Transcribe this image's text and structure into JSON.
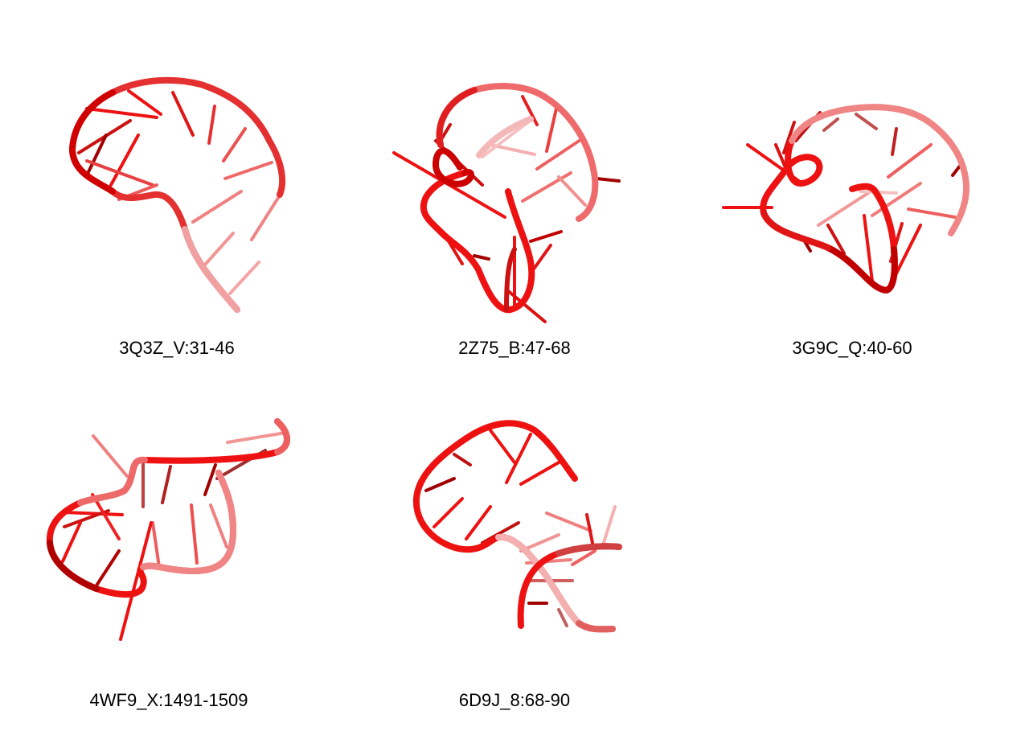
{
  "figure": {
    "panels": [
      {
        "label": "3Q3Z_V:31-46"
      },
      {
        "label": "2Z75_B:47-68"
      },
      {
        "label": "3G9C_Q:40-60"
      },
      {
        "label": "4WF9_X:1491-1509"
      },
      {
        "label": "6D9J_8:68-90"
      }
    ],
    "colors": {
      "strand_dark": "#b00000",
      "strand_bright": "#ee1111",
      "strand_pale": "#f08080",
      "strand_faded": "#f4b0b0"
    }
  }
}
